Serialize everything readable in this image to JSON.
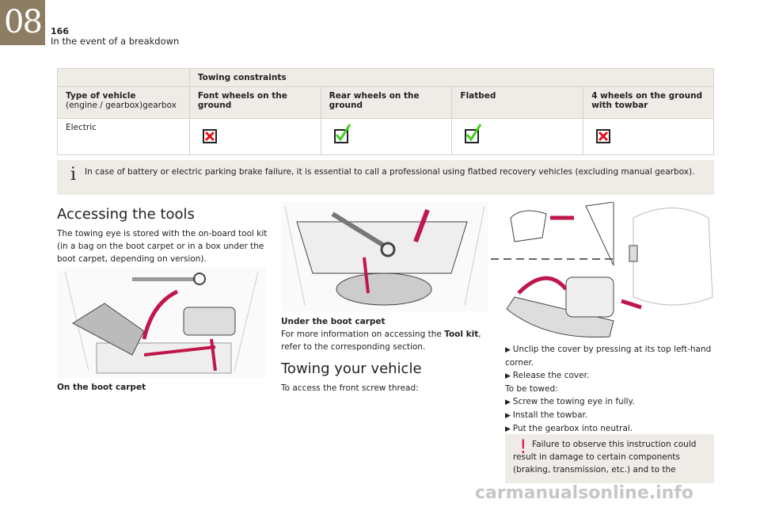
{
  "header": {
    "chapter": "08",
    "page": "166",
    "title": "In the event of a breakdown"
  },
  "table": {
    "group_header": "Towing constraints",
    "columns": [
      {
        "title": "Type of vehicle",
        "subtitle": "(engine / gearbox)gearbox"
      },
      {
        "title": "Font wheels on the ground"
      },
      {
        "title": "Rear wheels on the ground"
      },
      {
        "title": "Flatbed"
      },
      {
        "title": "4 wheels on the ground with towbar"
      }
    ],
    "rows": [
      {
        "vehicle": "Electric",
        "values": [
          "cross-icon",
          "check-icon",
          "check-icon",
          "cross-icon"
        ]
      }
    ]
  },
  "info_note": "In case of battery or electric parking brake failure, it is essential to call a professional using flatbed recovery vehicles (excluding manual gearbox).",
  "accessing": {
    "heading": "Accessing the tools",
    "text": "The towing eye is stored with the on-board tool kit (in a bag on the boot carpet or in a box under the boot carpet, depending on version).",
    "caption": "On the boot carpet"
  },
  "under": {
    "caption_title": "Under the boot carpet",
    "text_before": "For more information on accessing the ",
    "link": "Tool kit",
    "text_after": ", refer to the corresponding section."
  },
  "towing": {
    "heading": "Towing your vehicle",
    "text": "To access the front screw thread:"
  },
  "steps": {
    "s1": "Unclip the cover by pressing at its top left-hand corner.",
    "s2": "Release the cover.",
    "label": "To be towed:",
    "s3": "Screw the towing eye in fully.",
    "s4": "Install the towbar.",
    "s5": "Put the gearbox into neutral."
  },
  "warning": "Failure to observe this instruction could result in damage to certain components (braking, transmission, etc.) and to the",
  "watermark": "carmanualsonline.info",
  "colors": {
    "chapter": "#8d7d62",
    "panel": "#efebe6",
    "arrow": "#c0174a",
    "cross": "#e8101a",
    "check": "#3fd21a"
  }
}
